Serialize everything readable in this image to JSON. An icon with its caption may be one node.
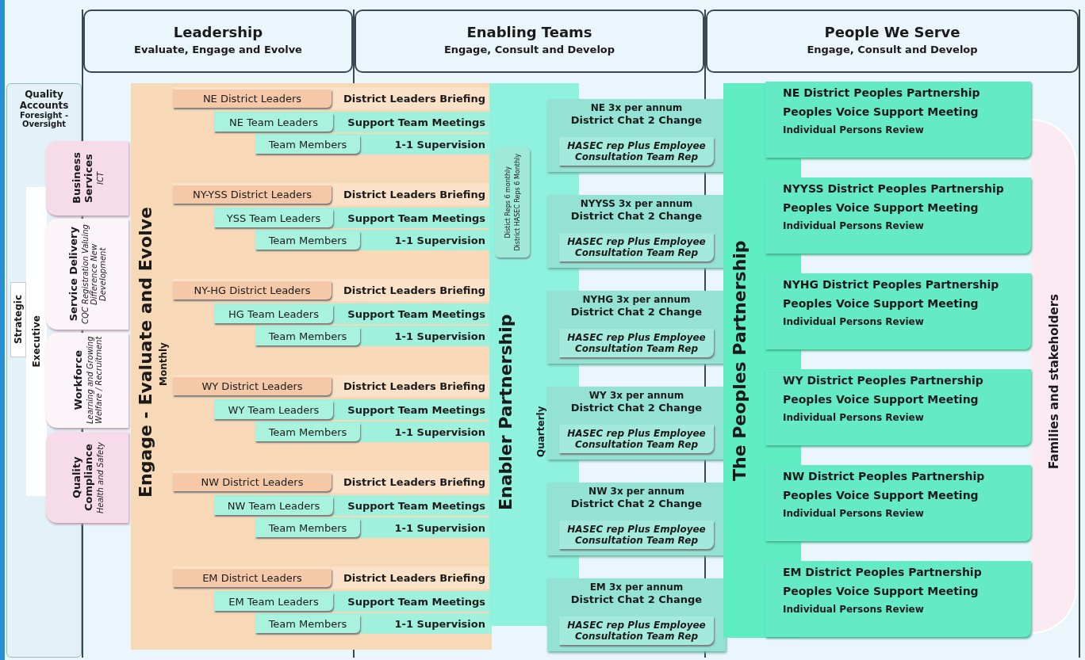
{
  "diagram": {
    "nodes": [
      {
        "text": [
          "Leadership",
          "Evaluate, Engage and Evolve"
        ]
      },
      {
        "text": [
          "Enabling Teams",
          "Engage, Consult and Develop"
        ]
      },
      {
        "text": [
          "People We Serve",
          "Engage, Consult and Develop"
        ]
      },
      {
        "text": [
          "Quality Accounts",
          "Foresight - Oversight"
        ]
      },
      {
        "text": [
          "Strategic"
        ],
        "in": 3
      },
      {
        "text": [
          "Executive"
        ],
        "in": 3
      },
      {
        "text": [
          "Business Services",
          "ICT"
        ]
      },
      {
        "text": [
          "Service Delivery",
          "CQC Registration Valuing Difference New Development"
        ]
      },
      {
        "text": [
          "Workforce",
          "Learning and Growing Welfare / Recruitment"
        ]
      },
      {
        "text": [
          "Quality Compliance",
          "Health and Safety"
        ]
      },
      {
        "text": [
          "Engage - Evaluate and Evolve",
          "Monthly"
        ]
      },
      {
        "text": [
          "NE District Leaders",
          "District Leaders Briefing"
        ],
        "in": 10
      },
      {
        "text": [
          "NE Team Leaders",
          "Support Team Meetings"
        ],
        "in": 10
      },
      {
        "text": [
          "Team Members",
          "1-1 Supervision"
        ],
        "in": 10
      },
      {
        "text": [
          "NY-YSS District Leaders",
          "District Leaders Briefing"
        ],
        "in": 10
      },
      {
        "text": [
          "YSS Team Leaders",
          "Support Team Meetings"
        ],
        "in": 10
      },
      {
        "text": [
          "Team Members",
          "1-1 Supervision"
        ],
        "in": 10
      },
      {
        "text": [
          "NY-HG District Leaders",
          "District Leaders Briefing"
        ],
        "in": 10
      },
      {
        "text": [
          "HG Team Leaders",
          "Support Team Meetings"
        ],
        "in": 10
      },
      {
        "text": [
          "Team Members",
          "1-1 Supervision"
        ],
        "in": 10
      },
      {
        "text": [
          "WY District Leaders",
          "District Leaders Briefing"
        ],
        "in": 10
      },
      {
        "text": [
          "WY Team Leaders",
          "Support Team Meetings"
        ],
        "in": 10
      },
      {
        "text": [
          "Team Members",
          "1-1 Supervision"
        ],
        "in": 10
      },
      {
        "text": [
          "NW District Leaders",
          "District Leaders Briefing"
        ],
        "in": 10
      },
      {
        "text": [
          "NW Team Leaders",
          "Support Team Meetings"
        ],
        "in": 10
      },
      {
        "text": [
          "Team Members",
          "1-1 Supervision"
        ],
        "in": 10
      },
      {
        "text": [
          "EM District Leaders",
          "District Leaders Briefing"
        ],
        "in": 10
      },
      {
        "text": [
          "EM Team Leaders",
          "Support Team Meetings"
        ],
        "in": 10
      },
      {
        "text": [
          "Team Members",
          "1-1 Supervision"
        ],
        "in": 10
      },
      {
        "text": [
          "Enabler Partnership",
          "Quarterly"
        ]
      },
      {
        "text": [
          "Distict Reps 6 monthly",
          "District HASEC Reps 6 Monthly"
        ],
        "in": 29
      },
      {
        "text": [
          "NE 3x per annum",
          "District Chat 2 Change"
        ]
      },
      {
        "text": [
          "HASEC rep Plus Employee Consultation Team Rep"
        ],
        "in": 31
      },
      {
        "text": [
          "NYYSS 3x per annum",
          "District Chat 2 Change"
        ]
      },
      {
        "text": [
          "HASEC rep Plus Employee Consultation Team Rep"
        ],
        "in": 33
      },
      {
        "text": [
          "NYHG 3x per annum",
          "District Chat 2 Change"
        ]
      },
      {
        "text": [
          "HASEC rep Plus Employee Consultation Team Rep"
        ],
        "in": 35
      },
      {
        "text": [
          "WY 3x per annum",
          "District Chat 2 Change"
        ]
      },
      {
        "text": [
          "HASEC rep Plus Employee Consultation Team Rep"
        ],
        "in": 37
      },
      {
        "text": [
          "NW 3x per annum",
          "District Chat 2 Change"
        ]
      },
      {
        "text": [
          "HASEC rep Plus Employee Consultation Team Rep"
        ],
        "in": 39
      },
      {
        "text": [
          "EM 3x per annum",
          "District Chat 2 Change"
        ]
      },
      {
        "text": [
          "HASEC rep Plus Employee Consultation Team Rep"
        ],
        "in": 41
      },
      {
        "text": [
          "The Peoples Partnership"
        ]
      },
      {
        "text": [
          "Families and stakeholders"
        ]
      },
      {
        "text": [
          "NE District Peoples Partnership",
          "Peoples Voice Support Meeting",
          "Individual Persons Review"
        ]
      },
      {
        "text": [
          "NYYSS District Peoples Partnership",
          "Peoples Voice Support Meeting",
          "Individual Persons Review"
        ]
      },
      {
        "text": [
          "NYHG District Peoples Partnership",
          "Peoples Voice Support Meeting",
          "Individual Persons Review"
        ]
      },
      {
        "text": [
          "WY District Peoples Partnership",
          "Peoples Voice Support Meeting",
          "Individual Persons Review"
        ]
      },
      {
        "text": [
          "NW District Peoples Partnership",
          "Peoples Voice Support Meeting",
          "Individual Persons Review"
        ]
      },
      {
        "text": [
          "EM District Peoples Partnership",
          "Peoples Voice Support Meeting",
          "Individual Persons Review"
        ]
      }
    ]
  }
}
